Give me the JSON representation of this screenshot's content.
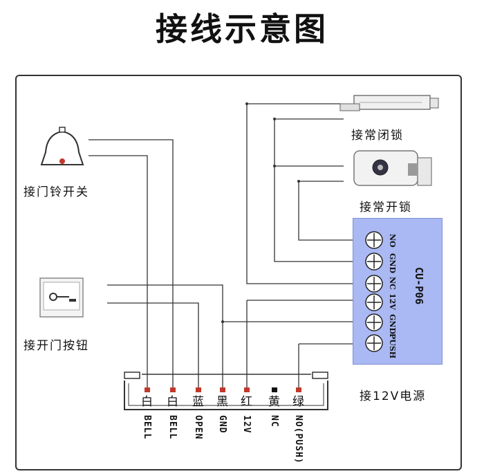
{
  "title": "接线示意图",
  "devices": {
    "normally_closed_lock": "接常闭锁",
    "normally_open_lock": "接常开锁",
    "doorbell_switch": "接门铃开关",
    "exit_button": "接开门按钮",
    "power_supply": "接12V电源"
  },
  "module": {
    "name": "CU-P06",
    "terminals": [
      "NO",
      "GND",
      "NC",
      "12V",
      "GND",
      "PUSH"
    ]
  },
  "wires": [
    {
      "color_label": "白",
      "signal": "BELL",
      "dot_color": "#c0392b"
    },
    {
      "color_label": "白",
      "signal": "BELL",
      "dot_color": "#c0392b"
    },
    {
      "color_label": "蓝",
      "signal": "OPEN",
      "dot_color": "#c0392b"
    },
    {
      "color_label": "黑",
      "signal": "GND",
      "dot_color": "#c0392b"
    },
    {
      "color_label": "红",
      "signal": "12V",
      "dot_color": "#c0392b"
    },
    {
      "color_label": "黄",
      "signal": "NC",
      "dot_color": "#111111"
    },
    {
      "color_label": "绿",
      "signal": "NO(PUSH)",
      "dot_color": "#c0392b"
    }
  ]
}
